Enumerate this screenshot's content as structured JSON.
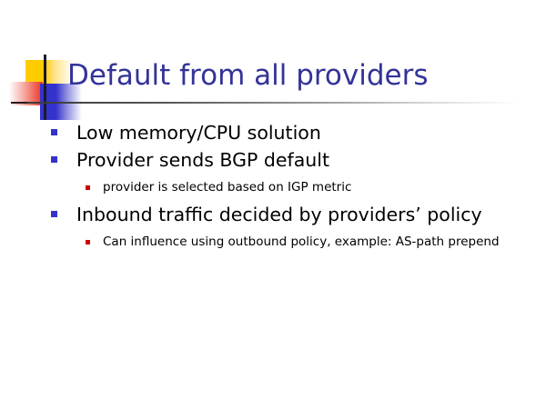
{
  "slide": {
    "title": "Default from all providers",
    "title_color": "#333399",
    "background_color": "#ffffff",
    "logo": {
      "yellow_color": "#ffcc00",
      "red_color": "#ee3322",
      "blue_color": "#3333cc",
      "line_color": "#1a1a2e"
    },
    "bullet_colors": {
      "level1": "#3333cc",
      "level2": "#cc0000"
    },
    "bullets": [
      {
        "level": 1,
        "text": "Low memory/CPU solution"
      },
      {
        "level": 1,
        "text": "Provider sends BGP default"
      },
      {
        "level": 2,
        "text": "provider is selected based on IGP metric"
      },
      {
        "level": 1,
        "text": "Inbound traffic decided by providers’ policy"
      },
      {
        "level": 2,
        "text": "Can influence using outbound policy, example: AS-path prepend"
      }
    ]
  }
}
